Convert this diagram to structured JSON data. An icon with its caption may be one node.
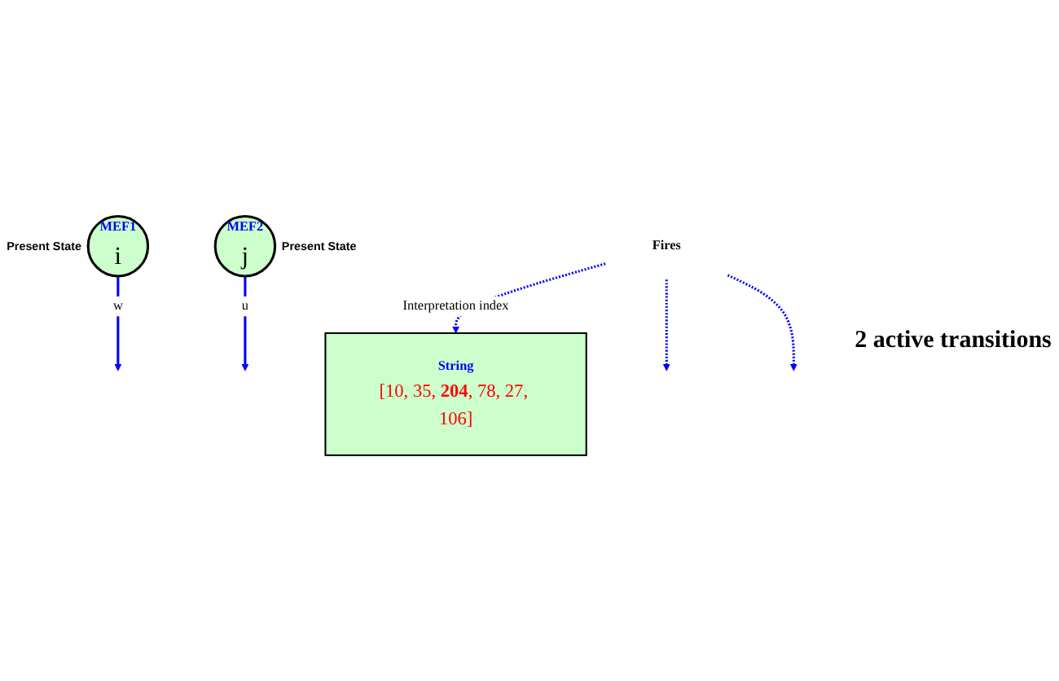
{
  "diagram": {
    "nodes": [
      {
        "text": [
          "String",
          "[10, 35, **204**, 78, 27, 106]"
        ]
      },
      {
        "text": [
          "MEF1",
          "i"
        ],
        "beside": [
          "Present State"
        ]
      },
      {
        "text": [
          "MEF2",
          "j"
        ],
        "beside": [
          "Present State"
        ]
      },
      {
        "text": [
          "Fires"
        ]
      }
    ],
    "edges": [
      {
        "from": 3,
        "to": 0,
        "arrow": "to",
        "label": "Interpretation index",
        "style": "dashed"
      },
      {
        "from": 3,
        "to": null,
        "arrow": "to",
        "style": "dashed"
      },
      {
        "from": 3,
        "to": null,
        "arrow": "to",
        "style": "dashed"
      },
      {
        "from": 1,
        "to": null,
        "arrow": "to",
        "label": "w"
      },
      {
        "from": 2,
        "to": null,
        "arrow": "to",
        "label": "u"
      }
    ],
    "labels": [
      "2 active transitions"
    ]
  }
}
